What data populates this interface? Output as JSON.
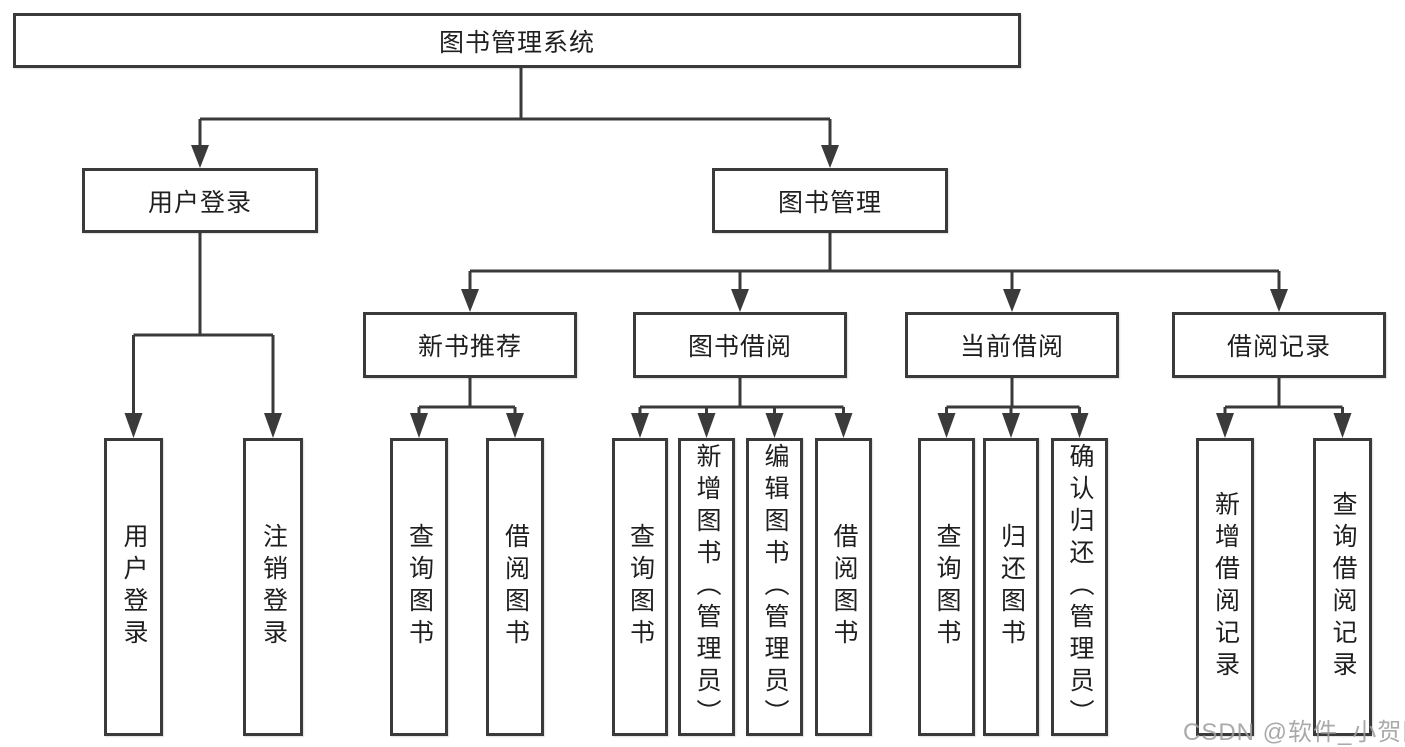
{
  "diagram": {
    "root": {
      "label": "图书管理系统"
    },
    "branches": [
      {
        "label": "用户登录",
        "leaves": [
          {
            "label": "用户登录"
          },
          {
            "label": "注销登录"
          }
        ]
      },
      {
        "label": "图书管理",
        "groups": [
          {
            "label": "新书推荐",
            "leaves": [
              {
                "label": "查询图书"
              },
              {
                "label": "借阅图书"
              }
            ]
          },
          {
            "label": "图书借阅",
            "leaves": [
              {
                "label": "查询图书"
              },
              {
                "label": "新增图书（管理员）"
              },
              {
                "label": "编辑图书（管理员）"
              },
              {
                "label": "借阅图书"
              }
            ]
          },
          {
            "label": "当前借阅",
            "leaves": [
              {
                "label": "查询图书"
              },
              {
                "label": "归还图书"
              },
              {
                "label": "确认归还（管理员）"
              }
            ]
          },
          {
            "label": "借阅记录",
            "leaves": [
              {
                "label": "新增借阅记录"
              },
              {
                "label": "查询借阅记录"
              }
            ]
          }
        ]
      }
    ]
  },
  "colors": {
    "line": "#3a3a3a",
    "box_border": "#3a3a3a",
    "text": "#1f1f1f",
    "watermark": "#9e9e9e"
  },
  "watermark": {
    "text": "CSDN @软件_小贺同学"
  }
}
